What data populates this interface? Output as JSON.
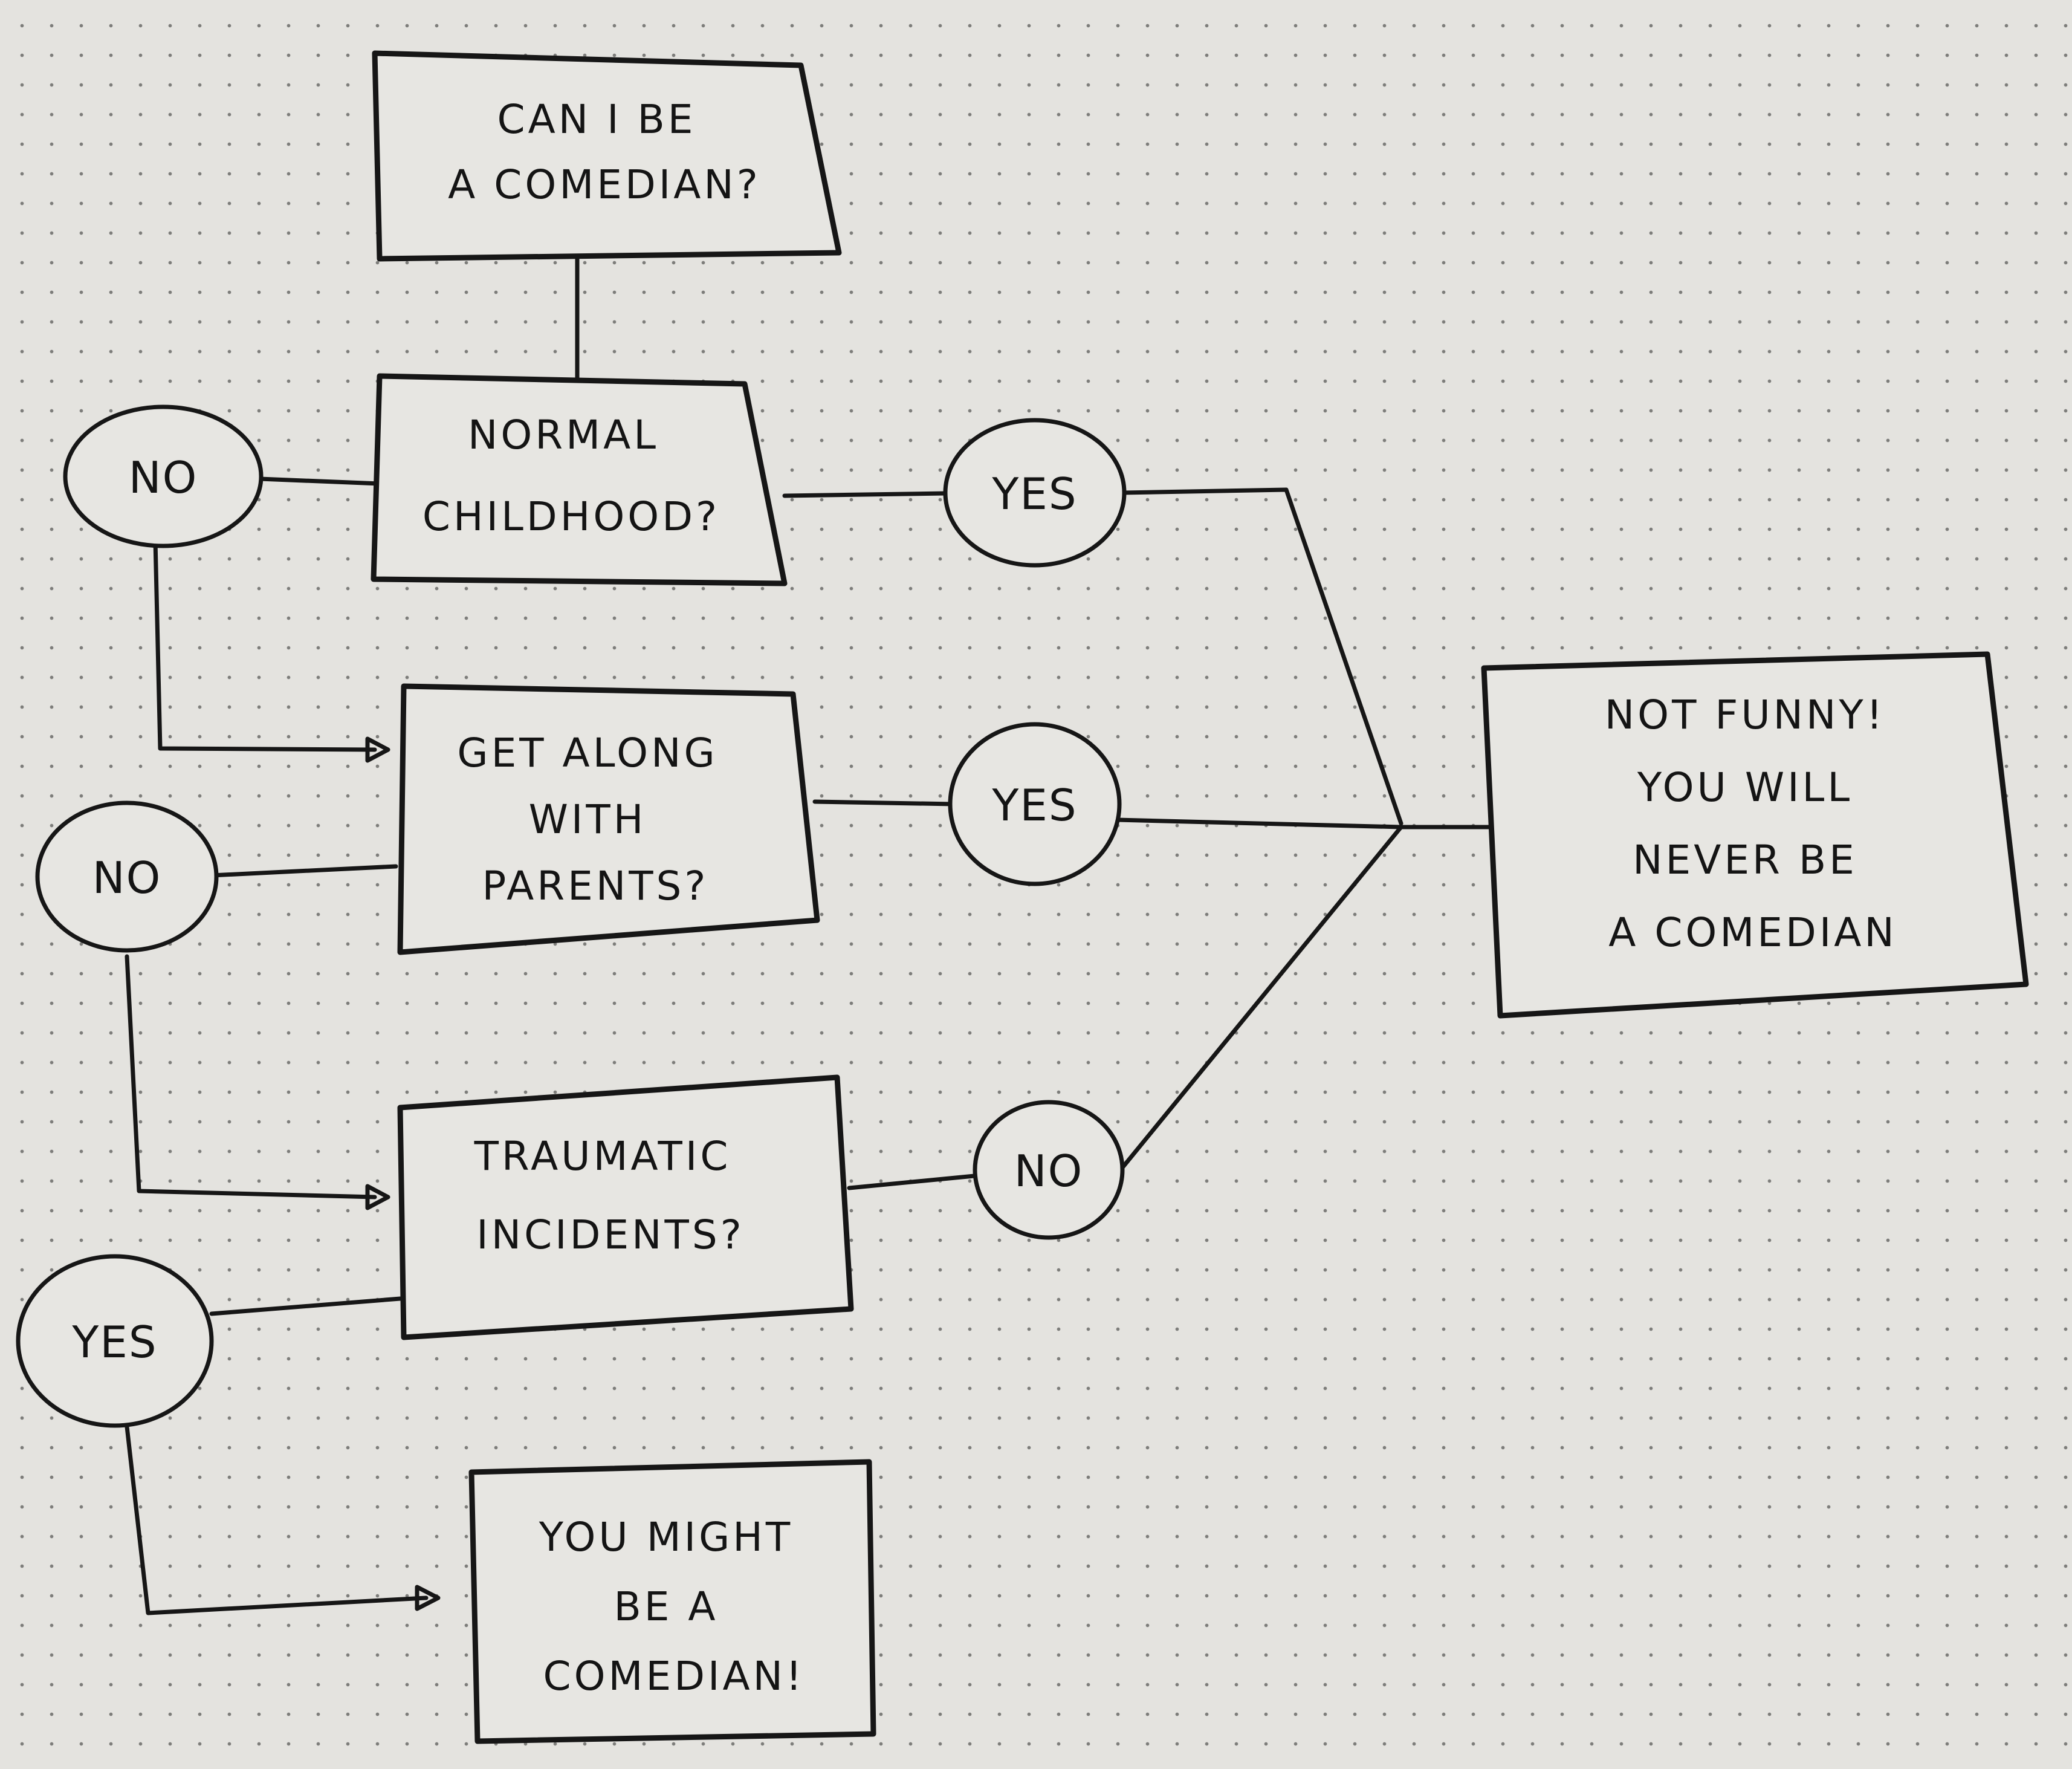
{
  "flowchart": {
    "start": {
      "lines": [
        "CAN I BE",
        "A COMEDIAN?"
      ]
    },
    "q1": {
      "lines": [
        "NORMAL",
        "CHILDHOOD?"
      ]
    },
    "q2": {
      "lines": [
        "GET ALONG",
        "WITH",
        "PARENTS?"
      ]
    },
    "q3": {
      "lines": [
        "TRAUMATIC",
        "INCIDENTS?"
      ]
    },
    "result_not_funny": {
      "lines": [
        "NOT FUNNY!",
        "YOU WILL",
        "NEVER BE",
        "A COMEDIAN"
      ]
    },
    "result_might_be": {
      "lines": [
        "YOU MIGHT",
        "BE A",
        "COMEDIAN!"
      ]
    },
    "labels": {
      "q1_no": "NO",
      "q1_yes": "YES",
      "q2_no": "NO",
      "q2_yes": "YES",
      "q3_no": "NO",
      "q3_yes": "YES"
    }
  },
  "colors": {
    "ink": "#161616",
    "paper": "#e4e3df",
    "dots": "#7d7d7a"
  }
}
